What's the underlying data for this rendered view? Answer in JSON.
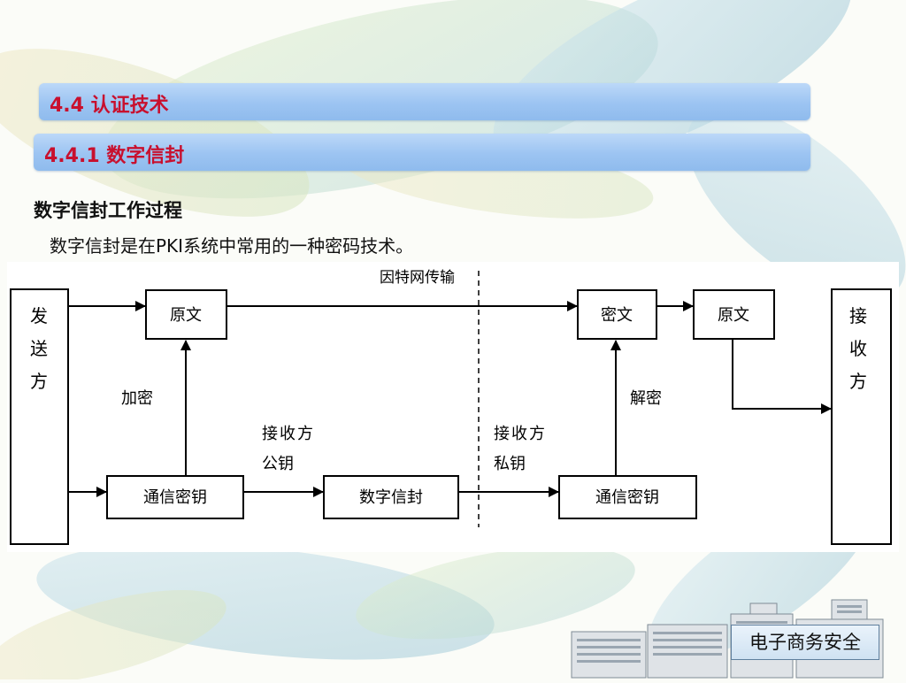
{
  "header": {
    "section_title": "4.4 认证技术",
    "subsection_title": "4.4.1 数字信封"
  },
  "content": {
    "heading": "数字信封工作过程",
    "description": "数字信封是在PKI系统中常用的一种密码技术。"
  },
  "diagram": {
    "sender": [
      "发",
      "送",
      "方"
    ],
    "receiver": [
      "接",
      "收",
      "方"
    ],
    "internet_label": "因特网传输",
    "plaintext_left": "原文",
    "comm_key_left": "通信密钥",
    "digital_envelope": "数字信封",
    "ciphertext": "密文",
    "plaintext_right": "原文",
    "comm_key_right": "通信密钥",
    "encrypt_label": "加密",
    "decrypt_label": "解密",
    "receiver_public_key": [
      "接收方",
      "公钥"
    ],
    "receiver_private_key": [
      "接收方",
      "私钥"
    ]
  },
  "footer": {
    "badge": "电子商务安全"
  }
}
